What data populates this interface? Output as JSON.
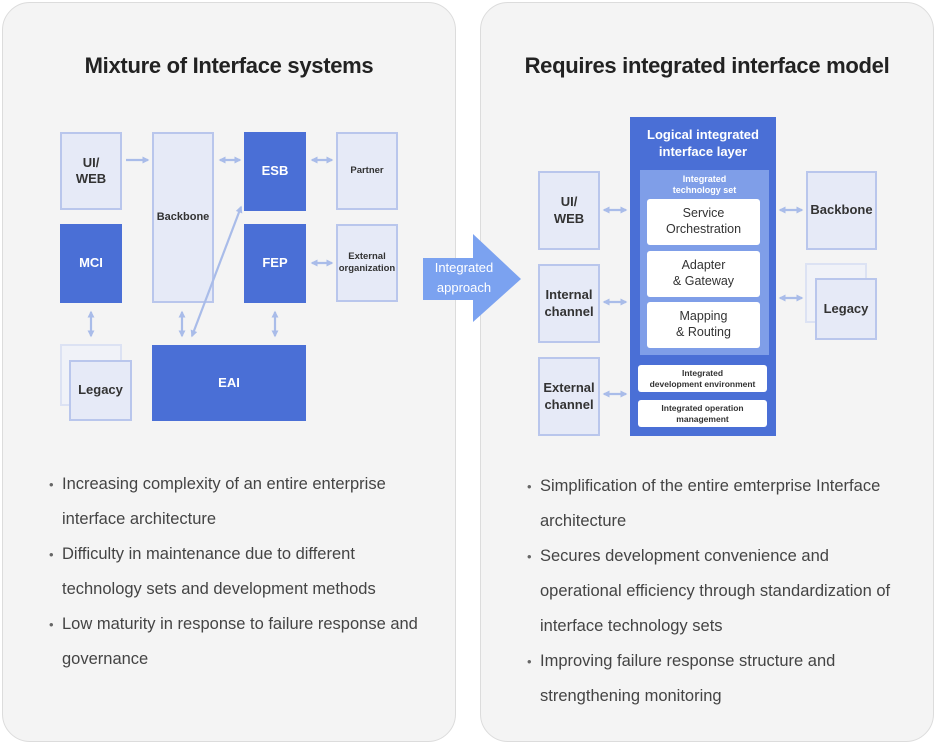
{
  "left": {
    "title": "Mixture of Interface systems",
    "nodes": {
      "ui_web": "UI/\nWEB",
      "mci": "MCI",
      "backbone": "Backbone",
      "esb": "ESB",
      "fep": "FEP",
      "partner": "Partner",
      "external_org": "External\norganization",
      "legacy": "Legacy",
      "eai": "EAI"
    },
    "bullets": [
      "Increasing complexity of an entire enterprise interface architecture",
      "Difficulty in maintenance due to different technology sets and development methods",
      "Low maturity in response to failure response and governance"
    ]
  },
  "transition_arrow": "Integrated approach",
  "right": {
    "title": "Requires integrated interface model",
    "channels": [
      "UI/\nWEB",
      "Internal\nchannel",
      "External\nchannel"
    ],
    "layer": {
      "title": "Logical integrated\ninterface layer",
      "tech_set_label": "Integrated\ntechnology set",
      "tech_items": [
        "Service\nOrchestration",
        "Adapter\n& Gateway",
        "Mapping\n& Routing"
      ],
      "dev_env": "Integrated\ndevelopment environment",
      "ops_mgmt": "Integrated operation\nmanagement"
    },
    "targets": [
      "Backbone",
      "Legacy"
    ],
    "bullets": [
      "Simplification of the entire emterprise Interface architecture",
      "Secures development convenience and operational efficiency through standardization of interface technology sets",
      "Improving failure response structure and strengthening monitoring"
    ]
  },
  "colors": {
    "dark_blue": "#4a6fd6",
    "light_blue": "#e6eaf7",
    "arrow": "#a9bce9",
    "big_arrow": "#7ba2f0"
  }
}
